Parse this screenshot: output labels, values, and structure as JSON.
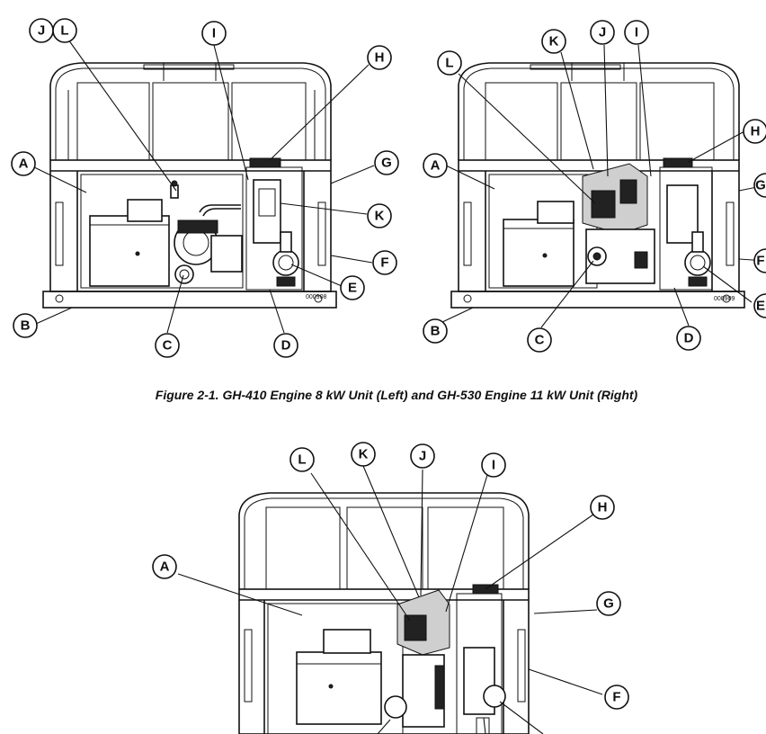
{
  "figure_caption": "Figure 2-1. GH-410 Engine 8 kW Unit (Left) and GH-530 Engine 11 kW Unit (Right)",
  "units": [
    {
      "drawing_code": "000908",
      "callouts": [
        "J",
        "L",
        "I",
        "H",
        "A",
        "G",
        "K",
        "F",
        "E",
        "B",
        "C",
        "D"
      ]
    },
    {
      "drawing_code": "000909",
      "callouts": [
        "K",
        "J",
        "I",
        "L",
        "H",
        "A",
        "G",
        "F",
        "E",
        "B",
        "C",
        "D"
      ]
    },
    {
      "callouts": [
        "L",
        "K",
        "J",
        "I",
        "H",
        "A",
        "G",
        "F"
      ]
    }
  ]
}
